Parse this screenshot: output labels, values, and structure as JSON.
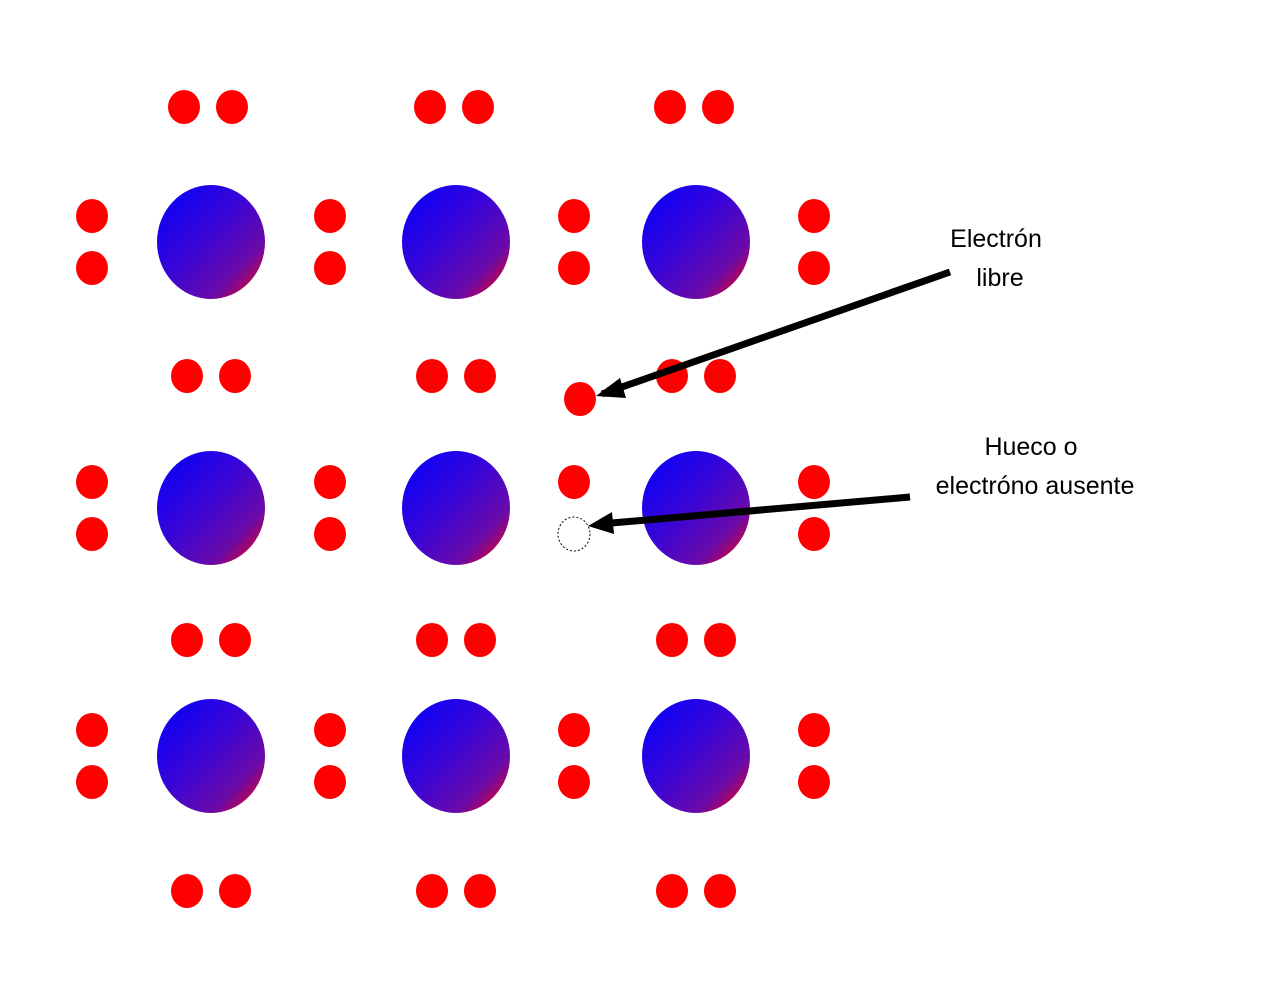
{
  "diagram": {
    "colors": {
      "electron": "#ff0000",
      "nucleus_start": "#0000ff",
      "nucleus_mid": "#6a0aa8",
      "nucleus_end": "#ff0000",
      "arrow": "#000000",
      "hole_outline": "#000000",
      "background": "#ffffff"
    },
    "lattice": {
      "rows": 3,
      "cols": 3
    },
    "annotations": {
      "free_electron": {
        "line1": "Electrón",
        "line2": "libre"
      },
      "hole": {
        "line1": "Hueco o",
        "line2": "electróno ausente"
      }
    }
  }
}
